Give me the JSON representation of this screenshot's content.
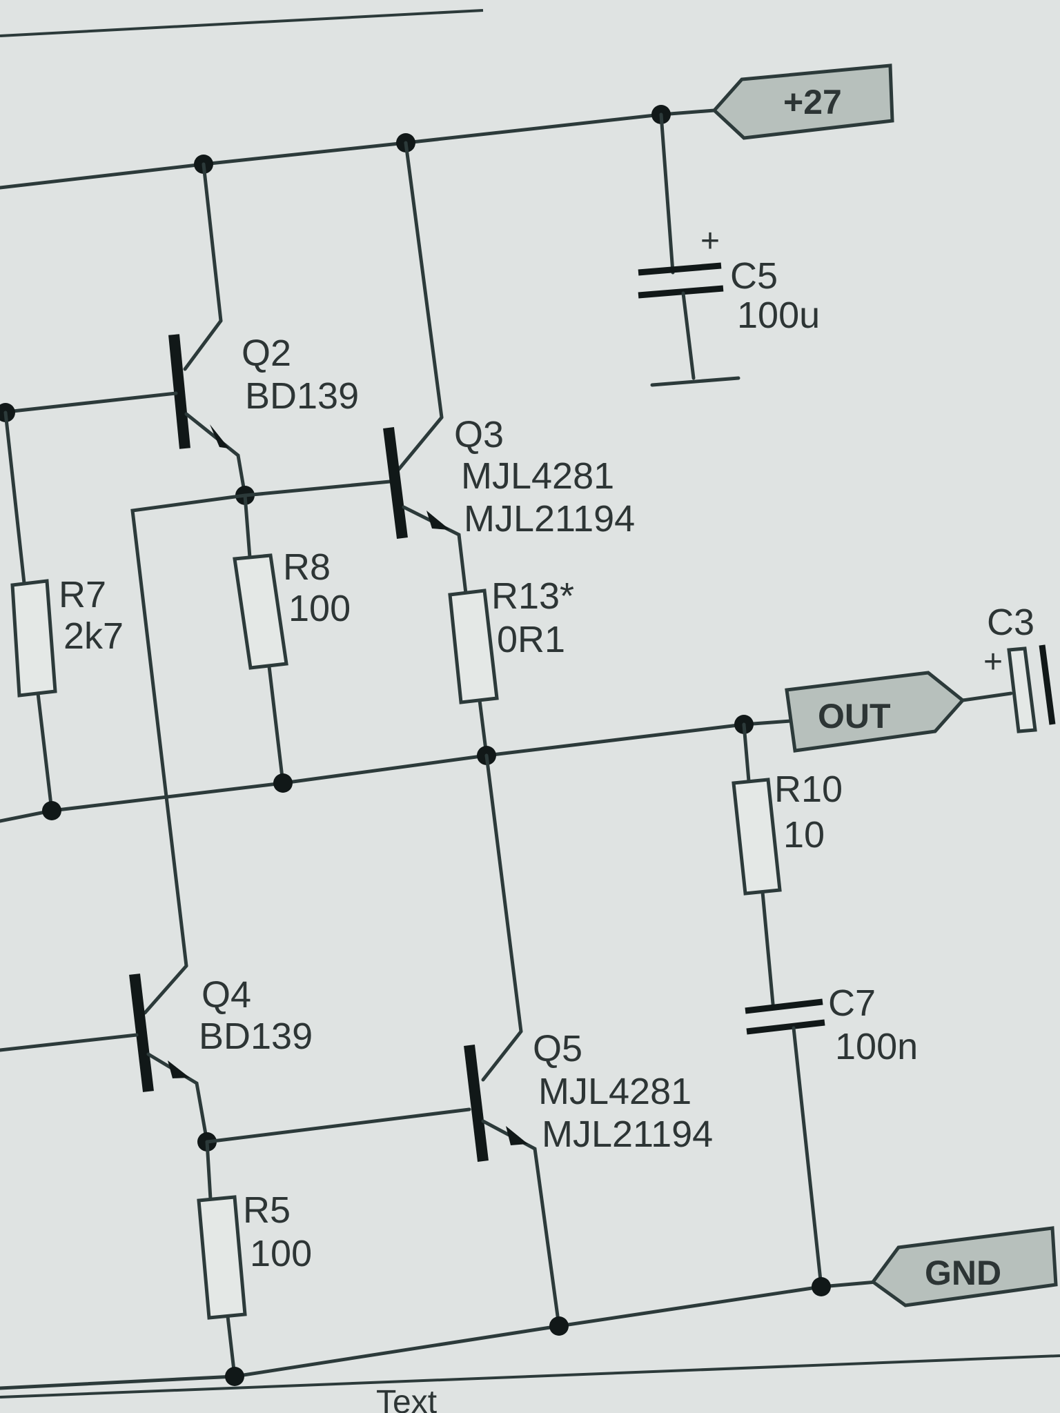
{
  "net_labels": {
    "supply": "+27",
    "out": "OUT",
    "gnd": "GND"
  },
  "components": {
    "q2": {
      "ref": "Q2",
      "part": "BD139"
    },
    "q3": {
      "ref": "Q3",
      "part1": "MJL4281",
      "part2": "MJL21194"
    },
    "q4": {
      "ref": "Q4",
      "part": "BD139"
    },
    "q5": {
      "ref": "Q5",
      "part1": "MJL4281",
      "part2": "MJL21194"
    },
    "r7": {
      "ref": "R7",
      "value": "2k7"
    },
    "r8": {
      "ref": "R8",
      "value": "100"
    },
    "r13": {
      "ref": "R13*",
      "value": "0R1"
    },
    "r10": {
      "ref": "R10",
      "value": "10"
    },
    "r5": {
      "ref": "R5",
      "value": "100"
    },
    "c5": {
      "ref": "C5",
      "value": "100u",
      "polarity": "+"
    },
    "c7": {
      "ref": "C7",
      "value": "100n"
    },
    "c_right": {
      "ref": "C3",
      "polarity": "+"
    }
  },
  "footer_text": "Text"
}
